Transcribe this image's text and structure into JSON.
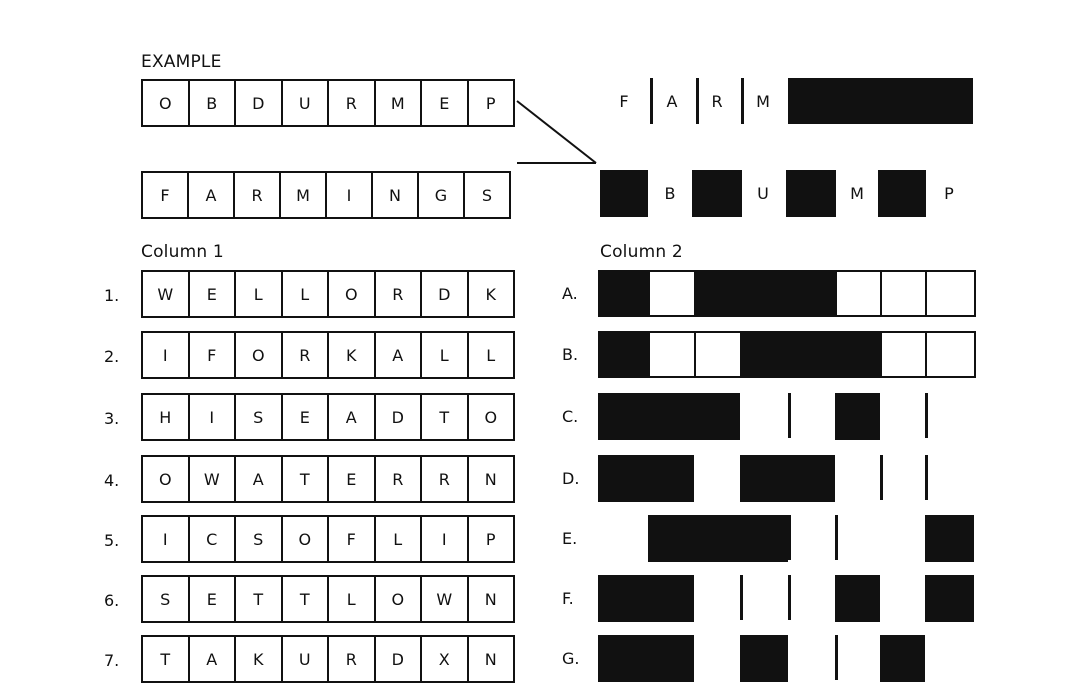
{
  "example_label": "EXAMPLE",
  "example_grid": [
    "O",
    "B",
    "D",
    "U",
    "R",
    "M",
    "E",
    "P"
  ],
  "example_answer": [
    "F",
    "A",
    "R",
    "M",
    "I",
    "N",
    "G",
    "S"
  ],
  "example_mask_top": {
    "letters": [
      "F",
      "A",
      "R",
      "M"
    ]
  },
  "example_mask_bottom": {
    "letters": [
      "B",
      "U",
      "M",
      "P"
    ]
  },
  "column1_label": "Column 1",
  "column2_label": "Column 2",
  "column1": [
    {
      "number": "1.",
      "letters": [
        "W",
        "E",
        "L",
        "L",
        "O",
        "R",
        "D",
        "K"
      ]
    },
    {
      "number": "2.",
      "letters": [
        "I",
        "F",
        "O",
        "R",
        "K",
        "A",
        "L",
        "L"
      ]
    },
    {
      "number": "3.",
      "letters": [
        "H",
        "I",
        "S",
        "E",
        "A",
        "D",
        "T",
        "O"
      ]
    },
    {
      "number": "4.",
      "letters": [
        "O",
        "W",
        "A",
        "T",
        "E",
        "R",
        "R",
        "N"
      ]
    },
    {
      "number": "5.",
      "letters": [
        "I",
        "C",
        "S",
        "O",
        "F",
        "L",
        "I",
        "P"
      ]
    },
    {
      "number": "6.",
      "letters": [
        "S",
        "E",
        "T",
        "T",
        "L",
        "O",
        "W",
        "N"
      ]
    },
    {
      "number": "7.",
      "letters": [
        "T",
        "A",
        "K",
        "U",
        "R",
        "D",
        "X",
        "N"
      ]
    }
  ],
  "column2": [
    {
      "letter": "A.",
      "pattern": [
        "B",
        "W",
        "B",
        "B",
        "B",
        "W",
        "W",
        "W"
      ]
    },
    {
      "letter": "B.",
      "pattern": [
        "B",
        "W",
        "W",
        "B",
        "B",
        "B",
        "W",
        "W"
      ]
    },
    {
      "letter": "C.",
      "pattern": [
        "B",
        "B",
        "B",
        "O",
        "|",
        "B",
        "O",
        "|"
      ]
    },
    {
      "letter": "D.",
      "pattern": [
        "B",
        "B",
        "O",
        "B",
        "B",
        "O",
        "|",
        "|"
      ]
    },
    {
      "letter": "E.",
      "pattern": [
        "O",
        "B",
        "B",
        "B",
        "|",
        "|",
        "O",
        "B"
      ]
    },
    {
      "letter": "F.",
      "pattern": [
        "B",
        "B",
        "O",
        "|",
        "|",
        "B",
        "O",
        "B"
      ]
    },
    {
      "letter": "G.",
      "pattern": [
        "B",
        "B",
        "O",
        "B",
        "O",
        "|",
        "B",
        "O"
      ]
    }
  ]
}
